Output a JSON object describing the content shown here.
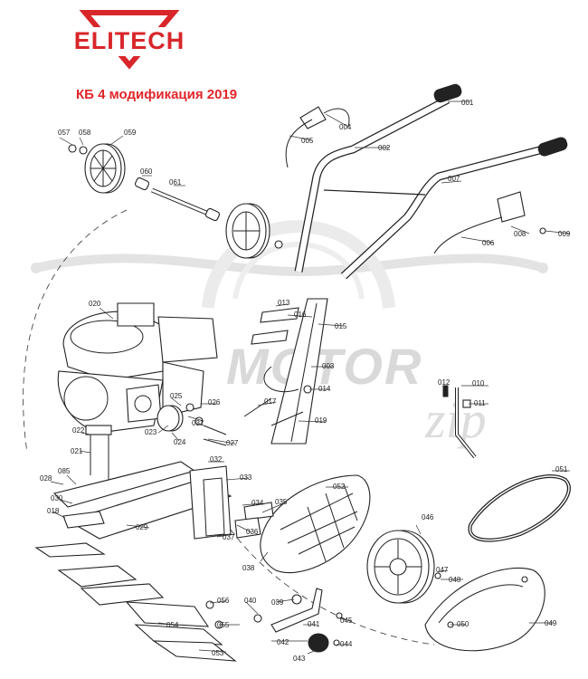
{
  "brand": {
    "name": "ELITECH",
    "color": "#d8262a"
  },
  "subtitle": "КБ 4 модификация 2019",
  "watermark": {
    "main": "MOTOR",
    "script": "zip"
  },
  "parts": [
    {
      "id": "001"
    },
    {
      "id": "002"
    },
    {
      "id": "003"
    },
    {
      "id": "004"
    },
    {
      "id": "005"
    },
    {
      "id": "006"
    },
    {
      "id": "007"
    },
    {
      "id": "008"
    },
    {
      "id": "009"
    },
    {
      "id": "010"
    },
    {
      "id": "011"
    },
    {
      "id": "012"
    },
    {
      "id": "013"
    },
    {
      "id": "014"
    },
    {
      "id": "015"
    },
    {
      "id": "016"
    },
    {
      "id": "017"
    },
    {
      "id": "019"
    },
    {
      "id": "020"
    },
    {
      "id": "021"
    },
    {
      "id": "022"
    },
    {
      "id": "023"
    },
    {
      "id": "024"
    },
    {
      "id": "025"
    },
    {
      "id": "026"
    },
    {
      "id": "027"
    },
    {
      "id": "028"
    },
    {
      "id": "029"
    },
    {
      "id": "030"
    },
    {
      "id": "031"
    },
    {
      "id": "032"
    },
    {
      "id": "033"
    },
    {
      "id": "034"
    },
    {
      "id": "035"
    },
    {
      "id": "036"
    },
    {
      "id": "037"
    },
    {
      "id": "038"
    },
    {
      "id": "039"
    },
    {
      "id": "040"
    },
    {
      "id": "041"
    },
    {
      "id": "042"
    },
    {
      "id": "043"
    },
    {
      "id": "044"
    },
    {
      "id": "045"
    },
    {
      "id": "046"
    },
    {
      "id": "047"
    },
    {
      "id": "048"
    },
    {
      "id": "049"
    },
    {
      "id": "050"
    },
    {
      "id": "051"
    },
    {
      "id": "052"
    },
    {
      "id": "053"
    },
    {
      "id": "054"
    },
    {
      "id": "055"
    },
    {
      "id": "056"
    },
    {
      "id": "057"
    },
    {
      "id": "058"
    },
    {
      "id": "059"
    },
    {
      "id": "060"
    },
    {
      "id": "061"
    },
    {
      "id": "018"
    },
    {
      "id": "085"
    }
  ]
}
